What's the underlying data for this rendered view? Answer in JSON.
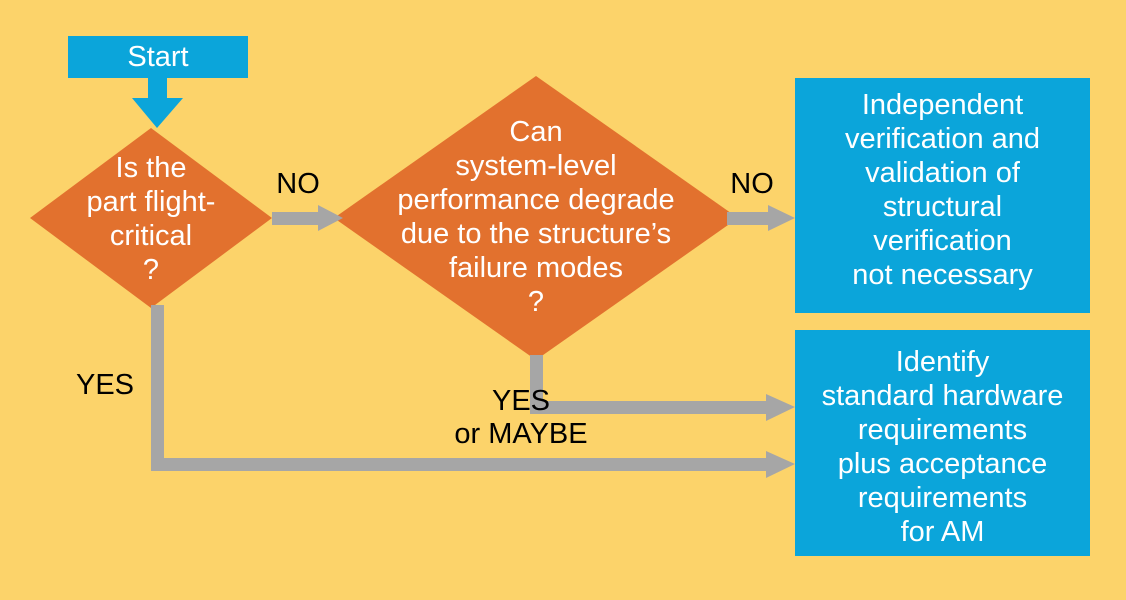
{
  "diagram": {
    "title": "Flight-criticality decision flowchart",
    "colors": {
      "background": "#FCD36A",
      "process": "#0BA5DA",
      "decision": "#E2712E",
      "connector": "#A6A6A6",
      "start_connector": "#0BA5DA",
      "node_text": "#FFFFFF",
      "edge_text": "#000000"
    },
    "nodes": {
      "start": {
        "label": "Start",
        "shape": "rectangle"
      },
      "decision_flight_critical": {
        "label": "Is the\npart flight-\ncritical\n?",
        "shape": "diamond"
      },
      "decision_performance_degrade": {
        "label": "Can\nsystem-level\nperformance degrade\ndue to the structure’s\nfailure modes\n?",
        "shape": "diamond"
      },
      "outcome_no_ivv": {
        "label": "Independent\nverification and\nvalidation of\nstructural\nverification\nnot necessary",
        "shape": "rectangle"
      },
      "outcome_standard_hardware": {
        "label": "Identify\nstandard hardware\nrequirements\nplus acceptance\nrequirements\nfor AM",
        "shape": "rectangle"
      }
    },
    "edges": {
      "start_to_decision1": {
        "label": ""
      },
      "decision1_no": {
        "label": "NO"
      },
      "decision1_yes": {
        "label": "YES"
      },
      "decision2_no": {
        "label": "NO"
      },
      "decision2_yes": {
        "label": "YES\nor MAYBE"
      }
    }
  }
}
